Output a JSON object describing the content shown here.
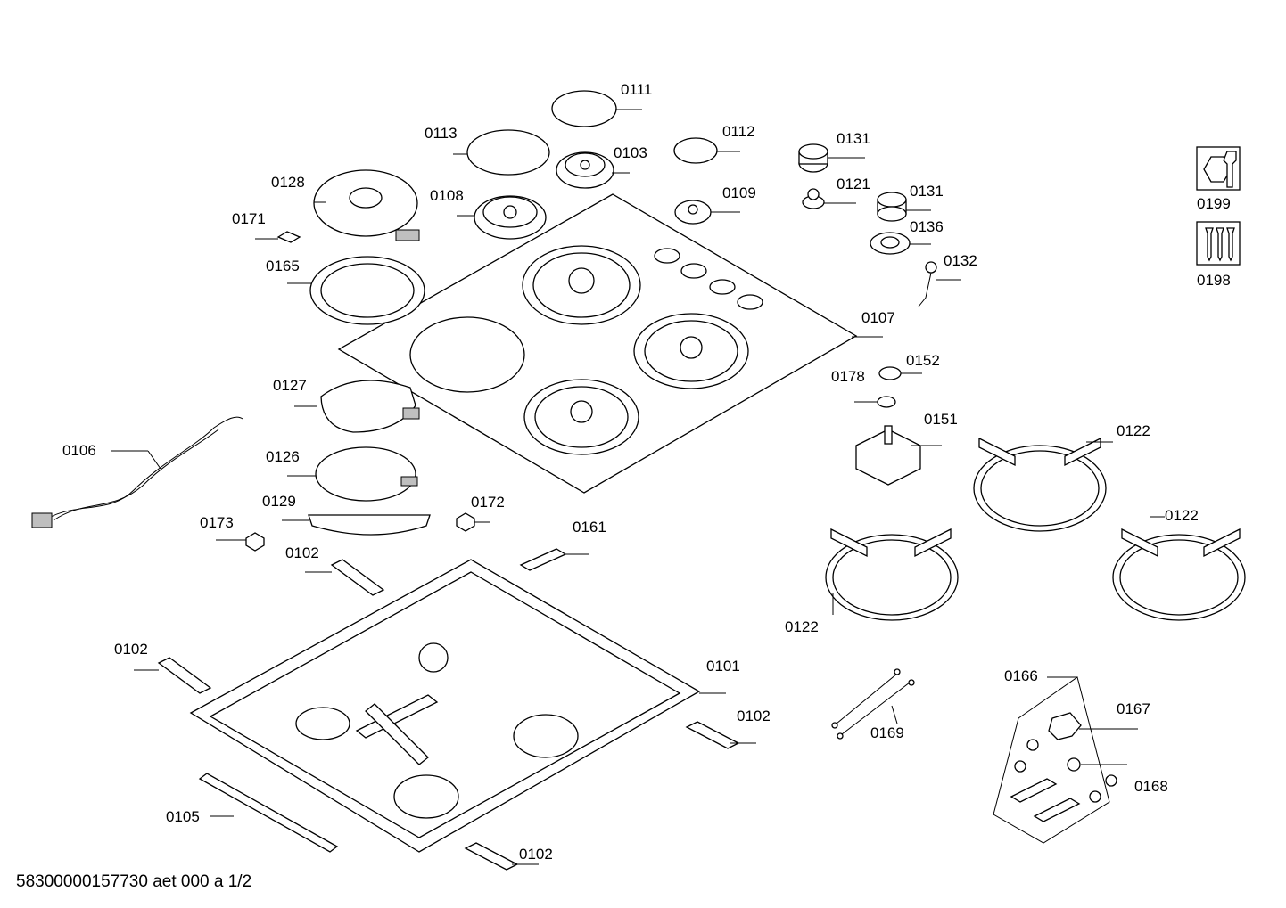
{
  "footer": "58300000157730 aet 000 a 1/2",
  "legend": [
    "0199",
    "0198"
  ],
  "labels": {
    "l0111": "0111",
    "l0113": "0113",
    "l0103": "0103",
    "l0112": "0112",
    "l0128": "0128",
    "l0108": "0108",
    "l0109": "0109",
    "l0171": "0171",
    "l0165": "0165",
    "l0107": "0107",
    "l0131a": "0131",
    "l0121": "0121",
    "l0131b": "0131",
    "l0136": "0136",
    "l0132": "0132",
    "l0152": "0152",
    "l0178": "0178",
    "l0151": "0151",
    "l0127": "0127",
    "l0106": "0106",
    "l0126": "0126",
    "l0129": "0129",
    "l0172": "0172",
    "l0173": "0173",
    "l0161": "0161",
    "l0102a": "0102",
    "l0102b": "0102",
    "l0101": "0101",
    "l0102c": "0102",
    "l0105": "0105",
    "l0102d": "0102",
    "l0122a": "0122",
    "l0122b": "0122",
    "l0122c": "0122",
    "l0166": "0166",
    "l0167": "0167",
    "l0169": "0169",
    "l0168": "0168"
  }
}
